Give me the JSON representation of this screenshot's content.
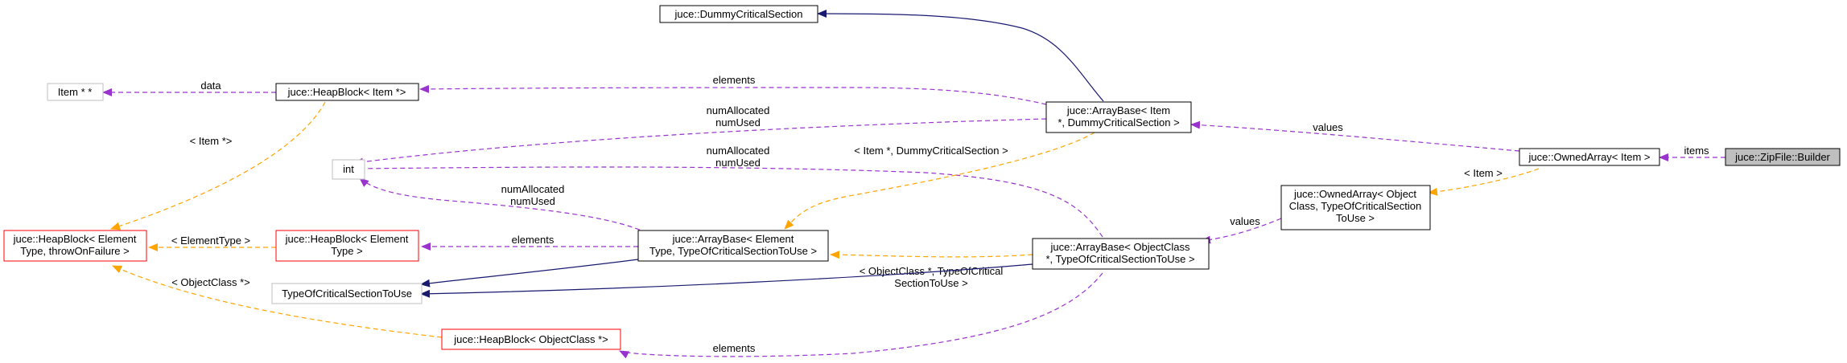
{
  "colors": {
    "black": "#000000",
    "red": "#ff0000",
    "grey_border": "#bfbfbf",
    "highlight_fill": "#bfbfbf",
    "inheritance": "#191970",
    "usage": "#9a32cd",
    "template": "#ffa500"
  },
  "nodes": {
    "dummy_cs": {
      "lines": [
        "juce::DummyCriticalSection"
      ],
      "style": "black"
    },
    "item_pp": {
      "lines": [
        "Item * *"
      ],
      "style": "grey"
    },
    "heapblock_item": {
      "lines": [
        "juce::HeapBlock< Item *>"
      ],
      "style": "black"
    },
    "arraybase_item": {
      "lines": [
        "juce::ArrayBase< Item",
        "*, DummyCriticalSection >"
      ],
      "style": "black"
    },
    "ownedarray_item": {
      "lines": [
        "juce::OwnedArray< Item >"
      ],
      "style": "black"
    },
    "zipfile_builder": {
      "lines": [
        "juce::ZipFile::Builder"
      ],
      "style": "highlight"
    },
    "int_node": {
      "lines": [
        "int"
      ],
      "style": "grey"
    },
    "ownedarray_object": {
      "lines": [
        "juce::OwnedArray< Object",
        "Class, TypeOfCriticalSection",
        "ToUse >"
      ],
      "style": "black"
    },
    "heapblock_generic": {
      "lines": [
        "juce::HeapBlock< Element",
        "Type, throwOnFailure >"
      ],
      "style": "red"
    },
    "heapblock_element": {
      "lines": [
        "juce::HeapBlock< Element",
        "Type >"
      ],
      "style": "red"
    },
    "arraybase_element": {
      "lines": [
        "juce::ArrayBase< Element",
        "Type, TypeOfCriticalSectionToUse >"
      ],
      "style": "black"
    },
    "arraybase_object": {
      "lines": [
        "juce::ArrayBase< ObjectClass",
        "*, TypeOfCriticalSectionToUse >"
      ],
      "style": "black"
    },
    "typeofcs": {
      "lines": [
        "TypeOfCriticalSectionToUse"
      ],
      "style": "grey"
    },
    "heapblock_object": {
      "lines": [
        "juce::HeapBlock< ObjectClass *>"
      ],
      "style": "red"
    }
  },
  "edges": [
    {
      "id": "ab-item-to-dummy",
      "kind": "inheritance",
      "label": []
    },
    {
      "id": "hb-item-to-itempp",
      "kind": "usage",
      "label": [
        "data"
      ]
    },
    {
      "id": "ab-item-to-hb-item",
      "kind": "usage",
      "label": [
        "elements"
      ]
    },
    {
      "id": "oa-item-to-ab-item",
      "kind": "usage",
      "label": [
        "values"
      ]
    },
    {
      "id": "zip-to-oa-item",
      "kind": "usage",
      "label": [
        "items"
      ]
    },
    {
      "id": "ab-item-to-int",
      "kind": "usage",
      "label": [
        "numAllocated",
        "numUsed"
      ]
    },
    {
      "id": "ab-obj-to-int",
      "kind": "usage",
      "label": [
        "numAllocated",
        "numUsed"
      ]
    },
    {
      "id": "ab-elem-to-int",
      "kind": "usage",
      "label": [
        "numAllocated",
        "numUsed"
      ]
    },
    {
      "id": "oa-obj-tpl-to-oa-item",
      "kind": "template",
      "label": [
        "< Item >"
      ]
    },
    {
      "id": "oa-obj-to-ab-obj",
      "kind": "usage",
      "label": [
        "values"
      ]
    },
    {
      "id": "ab-item-tpl-to-ab-elem",
      "kind": "template",
      "label": [
        "< Item *, DummyCriticalSection >"
      ]
    },
    {
      "id": "hb-item-tpl-to-hb-generic",
      "kind": "template",
      "label": [
        "< Item *>"
      ]
    },
    {
      "id": "hb-elem-tpl-to-hb-generic",
      "kind": "template",
      "label": [
        "< ElementType >"
      ]
    },
    {
      "id": "ab-elem-to-hb-elem",
      "kind": "usage",
      "label": [
        "elements"
      ]
    },
    {
      "id": "ab-obj-tpl-to-ab-elem",
      "kind": "template",
      "label": [
        "< ObjectClass *, TypeOfCritical",
        "SectionToUse >"
      ]
    },
    {
      "id": "ab-elem-to-typeofcs",
      "kind": "inheritance",
      "label": []
    },
    {
      "id": "ab-obj-to-typeofcs",
      "kind": "inheritance",
      "label": []
    },
    {
      "id": "hb-obj-tpl-to-hb-generic",
      "kind": "template",
      "label": [
        "< ObjectClass *>"
      ]
    },
    {
      "id": "ab-obj-to-hb-obj",
      "kind": "usage",
      "label": [
        "elements"
      ]
    }
  ]
}
